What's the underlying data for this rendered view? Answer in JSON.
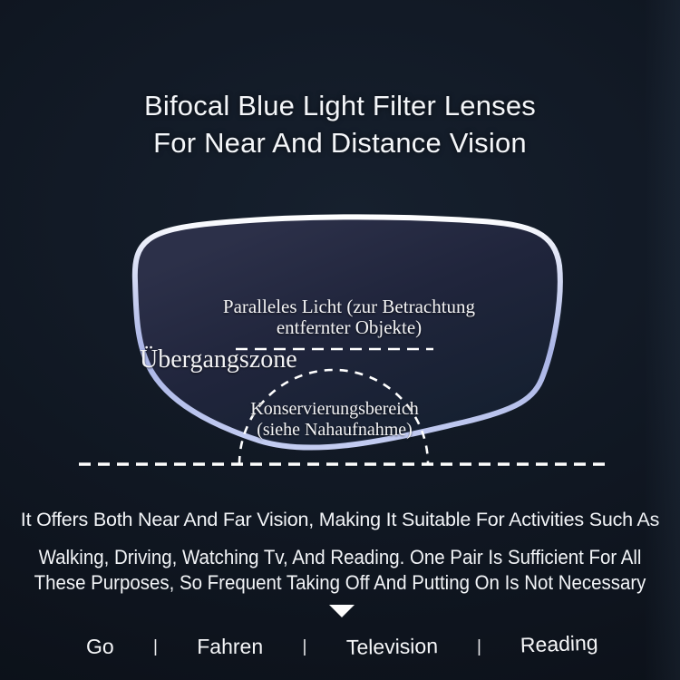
{
  "title": {
    "line1": "Bifocal Blue Light Filter Lenses",
    "line2": "For Near And Distance Vision"
  },
  "lens_diagram": {
    "parallel_light_line1": "Paralleles Licht (zur Betrachtung",
    "parallel_light_line2": "entfernter Objekte)",
    "transition_zone": "Übergangszone",
    "preservation_line1": "Konservierungsbereich",
    "preservation_line2": "(siehe Nahaufnahme)"
  },
  "description": {
    "line1": "It Offers Both Near And Far Vision, Making It Suitable For Activities Such As",
    "line2": "Walking, Driving, Watching Tv, And Reading. One Pair Is Sufficient For All",
    "line3": "These Purposes, So Frequent Taking Off And Putting On Is Not Necessary"
  },
  "footer": {
    "items": [
      {
        "label": "Go"
      },
      {
        "label": "Fahren"
      },
      {
        "label": "Television"
      },
      {
        "label": "Reading"
      }
    ],
    "separator": "|"
  },
  "icons": {
    "scroll_down": "triangle-down"
  },
  "colors": {
    "background": "#0d141f",
    "lens_border": "#c2cbf1",
    "lens_interior_top": "#2c3049",
    "lens_interior_bottom": "#152030",
    "dashed_line": "#ffffff",
    "text": "#ffffff"
  }
}
